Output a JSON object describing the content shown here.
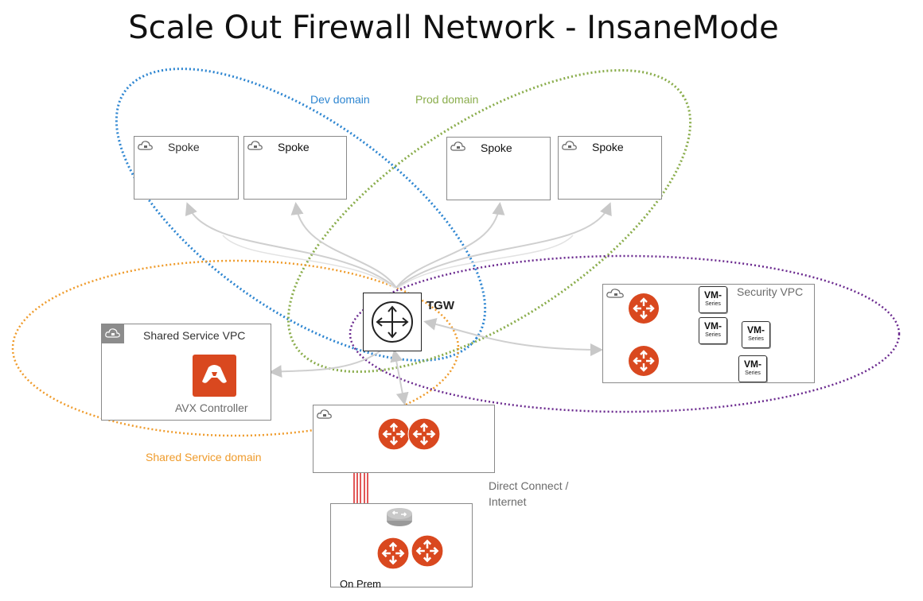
{
  "title": "Scale Out Firewall Network - InsaneMode",
  "domains": {
    "dev": "Dev domain",
    "prod": "Prod domain",
    "shared": "Shared Service domain"
  },
  "spokes": [
    "Spoke",
    "Spoke",
    "Spoke",
    "Spoke"
  ],
  "tgw_label": "TGW",
  "shared_vpc": {
    "label": "Shared Service VPC",
    "controller": "AVX Controller"
  },
  "security_vpc": {
    "label": "Security  VPC",
    "firewalls": [
      {
        "line1": "VM-",
        "line2": "Series"
      },
      {
        "line1": "VM-",
        "line2": "Series"
      },
      {
        "line1": "VM-",
        "line2": "Series"
      },
      {
        "line1": "VM-",
        "line2": "Series"
      }
    ]
  },
  "connection_label": "Direct Connect /\nInternet",
  "onprem_label": "On Prem",
  "colors": {
    "dev": "#2e86d1",
    "prod": "#8aad4c",
    "shared": "#ef9b2b",
    "security": "#6b2a8f",
    "router": "#d9481f",
    "link": "#cfcfcf",
    "avx": "#d9481f",
    "direct_connect": "#d92020"
  },
  "icons": [
    "cloud-lock-icon",
    "router-icon",
    "tgw-router-icon",
    "avx-controller-icon",
    "onprem-router-icon",
    "vm-series-firewall-icon"
  ]
}
